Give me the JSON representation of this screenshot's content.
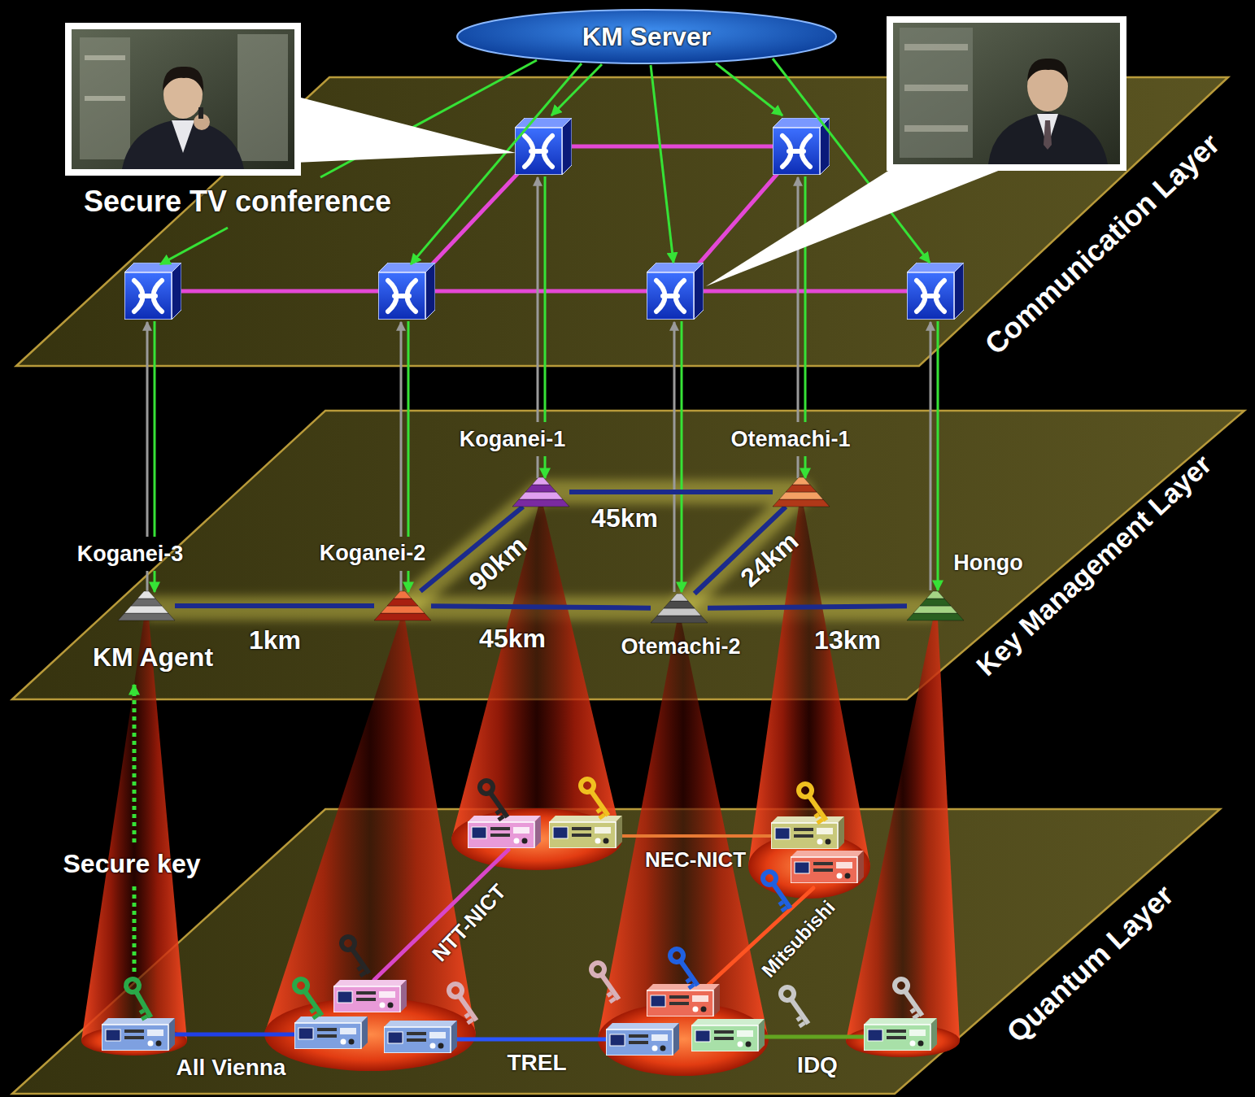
{
  "diagram": {
    "nodes": [
      {
        "text": [
          "KM Server"
        ]
      },
      {
        "text": [
          "Koganei-1"
        ]
      },
      {
        "text": [
          "Otemachi-1"
        ]
      },
      {
        "text": [
          "Koganei-3"
        ]
      },
      {
        "text": [
          "Koganei-2"
        ]
      },
      {
        "text": [
          "Hongo"
        ]
      },
      {
        "text": [
          "Otemachi-2"
        ]
      }
    ],
    "edges": [
      {
        "from": 1,
        "to": 2,
        "label": "45km",
        "arrow": "none"
      },
      {
        "from": 4,
        "to": 1,
        "label": "90km",
        "arrow": "none"
      },
      {
        "from": 6,
        "to": 2,
        "label": "24km",
        "arrow": "none"
      },
      {
        "from": 3,
        "to": 4,
        "label": "1km",
        "arrow": "none"
      },
      {
        "from": 4,
        "to": 6,
        "label": "45km",
        "arrow": "none"
      },
      {
        "from": 6,
        "to": 5,
        "label": "13km",
        "arrow": "none"
      }
    ],
    "labels": [
      "Secure TV conference",
      "Communication Layer",
      "Key Management Layer",
      "KM Agent",
      "Secure key",
      "Quantum Layer",
      "NTT-NICT",
      "NEC-NICT",
      "Mitsubishi",
      "All Vienna",
      "TREL",
      "IDQ"
    ]
  }
}
